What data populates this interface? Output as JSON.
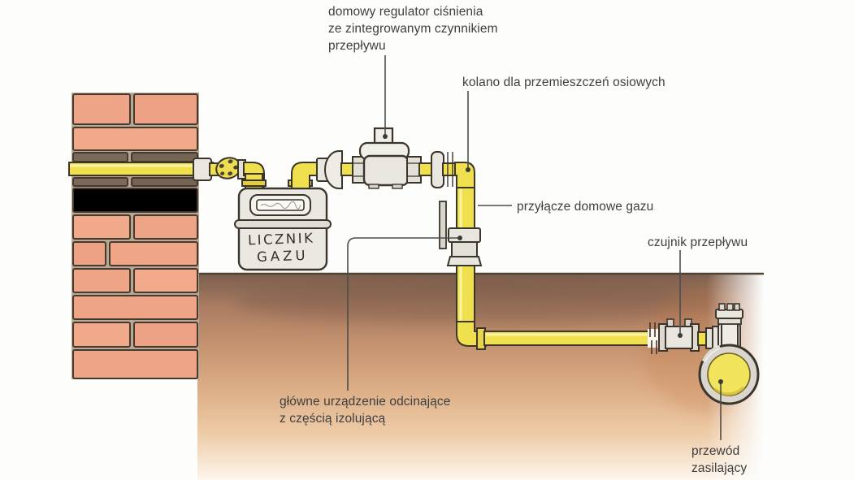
{
  "diagram": {
    "title_semantic": "domestic gas installation diagram",
    "labels": {
      "regulator": "domowy regulator ciśnienia\nze zintegrowanym czynnikiem\nprzepływu",
      "kolano": "kolano dla przemieszczeń osiowych",
      "przylacze": "przyłącze domowe gazu",
      "czujnik": "czujnik przepływu",
      "glowne": "główne urządzenie odcinające\nz częścią izolującą",
      "przewod": "przewód\nzasilający"
    },
    "meter": {
      "line1": "LICZNIK",
      "line2": "GAZU"
    },
    "colors": {
      "pipe_yellow": "#f1e04d",
      "pipe_yellow_dark": "#e3cf3e",
      "pipe_highlight": "#f9f3a6",
      "brick": "#eea487",
      "brick_dark_row": "#7b6a59",
      "mortar": "#b8a795",
      "metal": "#e9e6df",
      "soil_dark": "#7d5f4e",
      "soil_light": "#f8e8d6",
      "outline": "#3b352b",
      "label_text": "#3e3e3e",
      "leader_line": "#4d4d4d"
    }
  }
}
